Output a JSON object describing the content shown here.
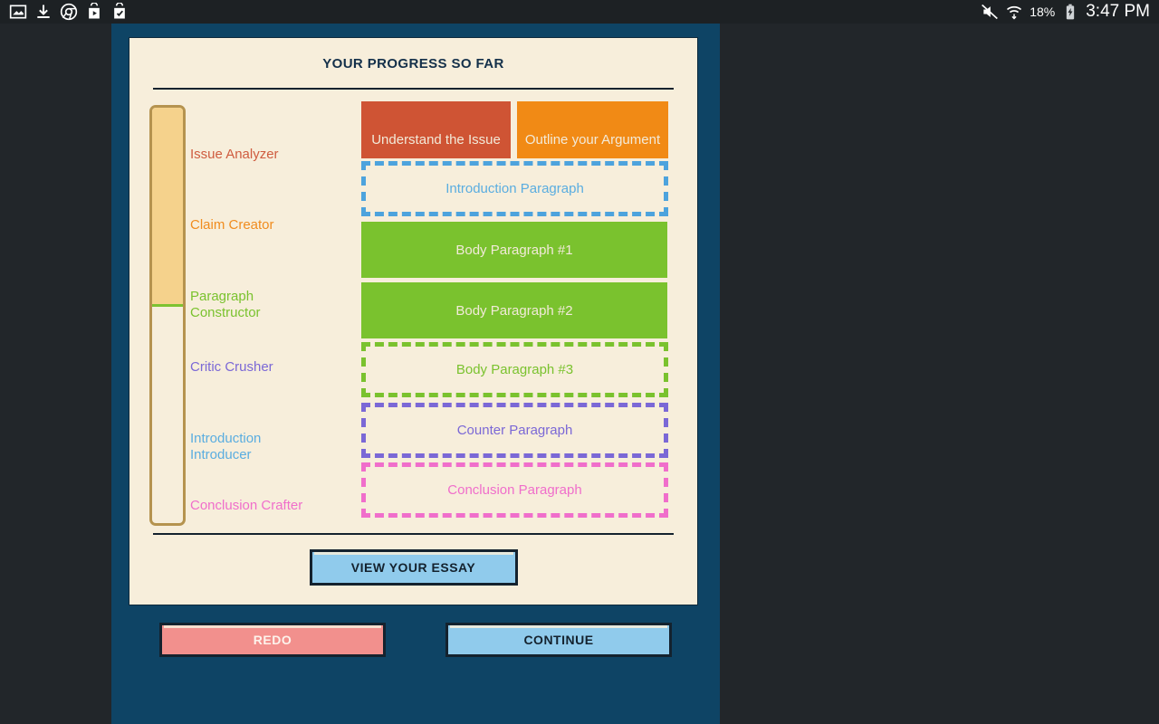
{
  "statusbar": {
    "left_icons": [
      "image-icon",
      "download-icon",
      "chrome-icon",
      "play-store-icon",
      "play-store-check-icon"
    ],
    "mute_icon": "mute-icon",
    "wifi_icon": "wifi-icon",
    "battery_percent": "18%",
    "battery_icon": "battery-charging-icon",
    "clock": "3:47 PM"
  },
  "card": {
    "title": "YOUR PROGRESS SO FAR"
  },
  "progress": {
    "fill_percent": 48,
    "fill_color": "#f5d28c",
    "marker_color": "#7dc231",
    "border_color": "#b5934f"
  },
  "stages": [
    {
      "label": "Issue Analyzer",
      "color": "#cf5c3f"
    },
    {
      "label": "Claim Creator",
      "color": "#f08c1e"
    },
    {
      "label": "Paragraph\nConstructor",
      "color": "#7dc231"
    },
    {
      "label": "Critic Crusher",
      "color": "#7b68d6"
    },
    {
      "label": "Introduction\nIntroducer",
      "color": "#5aade0"
    },
    {
      "label": "Conclusion Crafter",
      "color": "#f06ecb"
    }
  ],
  "blocks": [
    {
      "label": "Understand the Issue",
      "style": "solid",
      "color": "#cf5434",
      "text_color": "#f2ead9"
    },
    {
      "label": "Outline your Argument",
      "style": "solid",
      "color": "#f18a15",
      "text_color": "#f2ead9"
    },
    {
      "label": "Introduction Paragraph",
      "style": "dashed",
      "color": "#4da3dd",
      "text_color": "#5aade0"
    },
    {
      "label": "Body Paragraph #1",
      "style": "solid",
      "color": "#7ac22e",
      "text_color": "#f2ead9"
    },
    {
      "label": "Body Paragraph #2",
      "style": "solid",
      "color": "#7ac22e",
      "text_color": "#f2ead9"
    },
    {
      "label": "Body Paragraph #3",
      "style": "dashed",
      "color": "#7ac22e",
      "text_color": "#7ac22e"
    },
    {
      "label": "Counter Paragraph",
      "style": "dashed",
      "color": "#7b68d6",
      "text_color": "#7b68d6"
    },
    {
      "label": "Conclusion Paragraph",
      "style": "dashed",
      "color": "#f06ecb",
      "text_color": "#f06ecb"
    }
  ],
  "buttons": {
    "view_essay": "VIEW YOUR ESSAY",
    "redo": "REDO",
    "continue": "CONTINUE"
  },
  "colors": {
    "app_background": "#0e4465",
    "card_background": "#f7eedb",
    "title": "#14304a",
    "device_background": "#22262a"
  }
}
